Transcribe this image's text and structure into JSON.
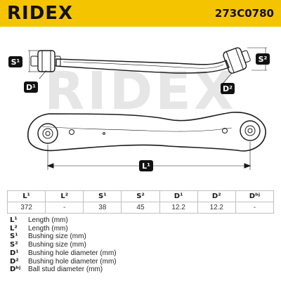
{
  "header": {
    "brand": "RIDEX",
    "part_number": "273C0780"
  },
  "watermark": "RIDEX",
  "callouts": {
    "s1": "S¹",
    "s2": "S²",
    "d1": "D¹",
    "d2": "D²",
    "l1": "L¹"
  },
  "table": {
    "headers": [
      "L¹",
      "L²",
      "S¹",
      "S²",
      "D¹",
      "D²",
      "Dᵇʲ"
    ],
    "values": [
      "372",
      "-",
      "38",
      "45",
      "12.2",
      "12.2",
      "-"
    ]
  },
  "legend": [
    {
      "key": "L¹",
      "desc": "Length (mm)"
    },
    {
      "key": "L²",
      "desc": "Length (mm)"
    },
    {
      "key": "S¹",
      "desc": "Bushing size (mm)"
    },
    {
      "key": "S²",
      "desc": "Bushing size (mm)"
    },
    {
      "key": "D¹",
      "desc": "Bushing hole diameter (mm)"
    },
    {
      "key": "D²",
      "desc": "Bushing hole diameter (mm)"
    },
    {
      "key": "Dᵇʲ",
      "desc": "Ball stud diameter (mm)"
    }
  ],
  "colors": {
    "brand_yellow": "#f4c400",
    "callout_badge": "#111111",
    "line": "#1a1a1a"
  }
}
